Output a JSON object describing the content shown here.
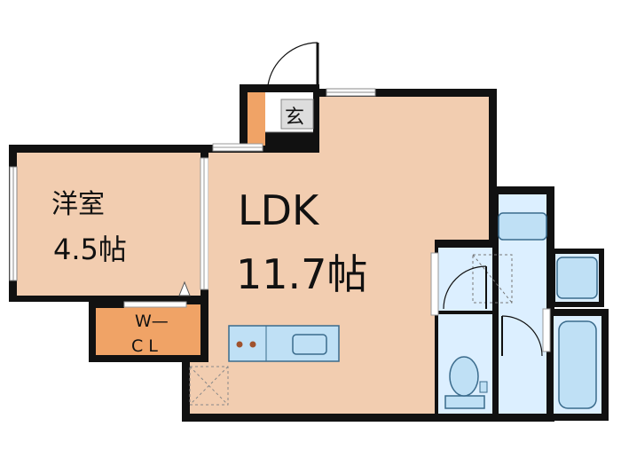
{
  "rooms": {
    "western": {
      "name": "洋室",
      "size": "4.5帖"
    },
    "ldk": {
      "name": "LDK",
      "size": "11.7帖"
    },
    "entrance": {
      "name": "玄"
    },
    "closet": {
      "line1": "W—",
      "line2": "C L"
    }
  },
  "colors": {
    "wall": "#111111",
    "room_fill": "#f2cdb0",
    "closet_fill": "#f0a366",
    "wet_fill": "#dcefff",
    "fixture_fill": "#bfe0f5",
    "fixture_stroke": "#3a6b8c",
    "window": "#ffffff"
  }
}
